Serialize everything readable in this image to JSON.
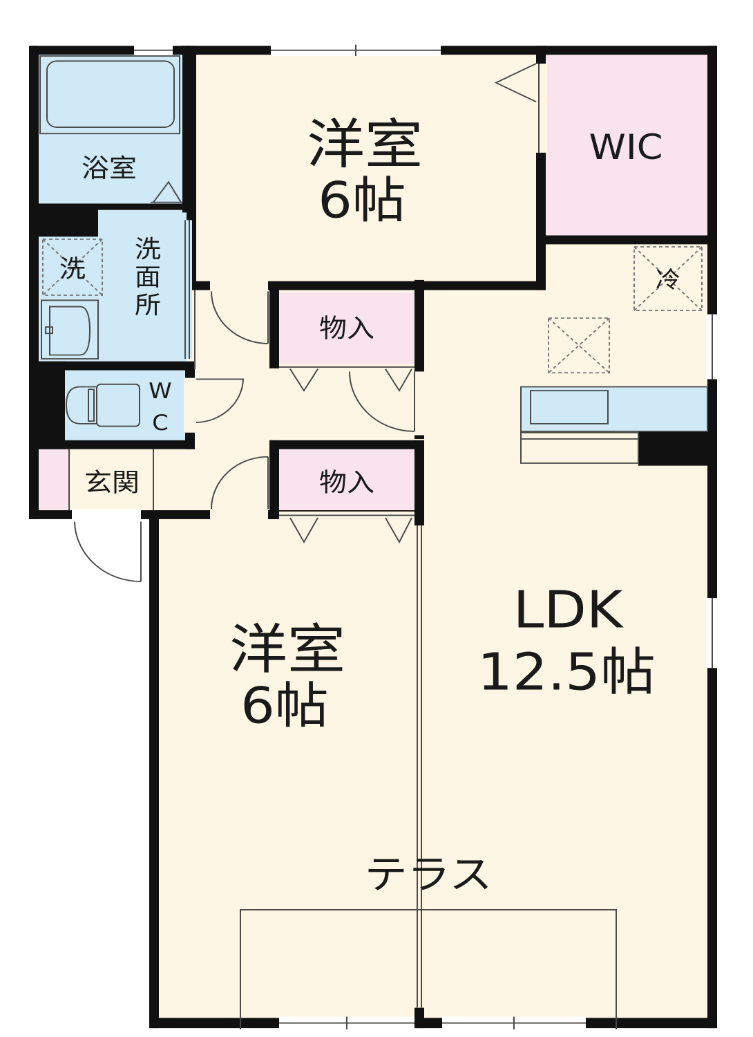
{
  "colors": {
    "room": "#fdf6e4",
    "wet": "#cfeaf6",
    "storage": "#f9e3ec",
    "wall": "#111111",
    "fixture_line": "#4a4a4a"
  },
  "rooms": {
    "bath": "浴室",
    "washroom": "洗面所",
    "washer": "洗",
    "wc_w": "W",
    "wc_c": "C",
    "entrance": "玄関",
    "bedroom_top_name": "洋室",
    "bedroom_top_size": "6帖",
    "wic": "WIC",
    "closet_top": "物入",
    "closet_bottom": "物入",
    "bedroom_bottom_name": "洋室",
    "bedroom_bottom_size": "6帖",
    "ldk_name": "LDK",
    "ldk_size": "12.5帖",
    "fridge": "冷",
    "terrace": "テラス"
  }
}
